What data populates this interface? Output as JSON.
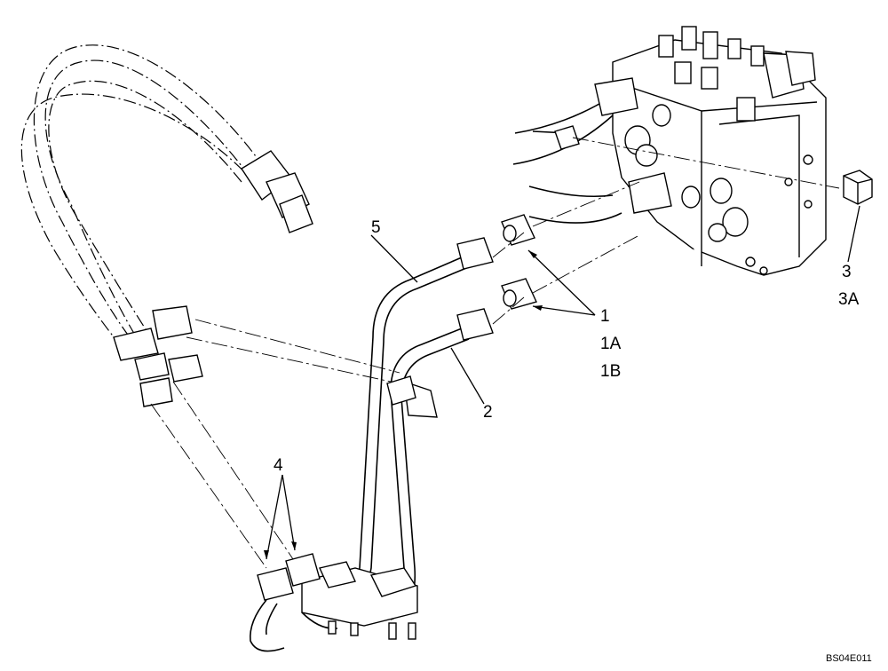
{
  "figure": {
    "reference_code": "BS04E011"
  },
  "callouts": {
    "c1": "1",
    "c1a": "1A",
    "c1b": "1B",
    "c2": "2",
    "c3": "3",
    "c3a": "3A",
    "c4": "4",
    "c5": "5"
  }
}
